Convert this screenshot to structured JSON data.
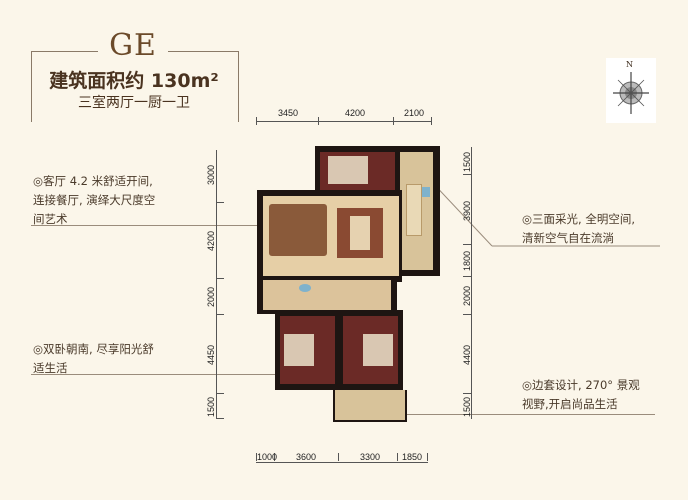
{
  "header": {
    "unit_code": "GE",
    "area_label": "建筑面积约 130m²",
    "layout_label": "三室两厅一厨一卫"
  },
  "compass": {
    "north_label": "N"
  },
  "notes": [
    {
      "id": "living",
      "lines": [
        "◎客厅 4.2 米舒适开间,",
        "连接餐厅, 演绎大尺度空",
        "间艺术"
      ]
    },
    {
      "id": "bedrooms",
      "lines": [
        "◎双卧朝南, 尽享阳光舒",
        "适生活"
      ]
    },
    {
      "id": "lighting",
      "lines": [
        "◎三面采光, 全明空间,",
        "清新空气自在流淌"
      ]
    },
    {
      "id": "corner",
      "lines": [
        "◎边套设计, 270° 景观",
        "视野,开启尚品生活"
      ]
    }
  ],
  "dimensions": {
    "top": [
      "3450",
      "4200",
      "2100"
    ],
    "bottom": [
      "1000",
      "3600",
      "3300",
      "1850"
    ],
    "left": [
      "3000",
      "4200",
      "2000",
      "4450",
      "1500"
    ],
    "right": [
      "1500",
      "3900",
      "1800",
      "2000",
      "4400",
      "1500"
    ]
  },
  "colors": {
    "background": "#fbf6ea",
    "wall": "#1e1512",
    "floor_tile": "#e6cfa6",
    "bedroom_floor": "#6b2a26",
    "accent_brown": "#6b4a2a"
  }
}
